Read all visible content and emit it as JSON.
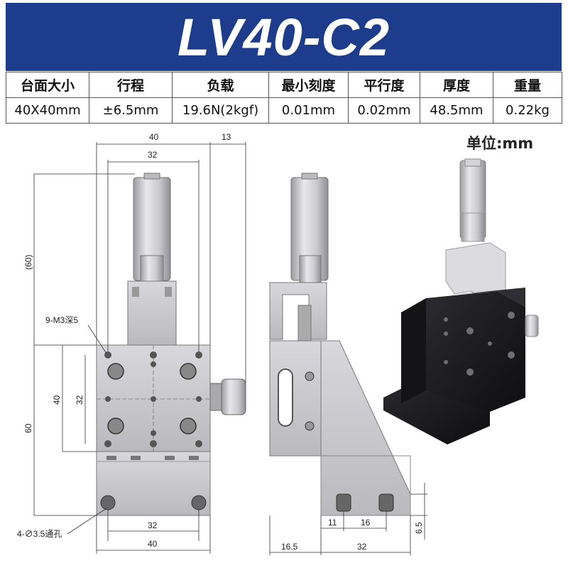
{
  "header": {
    "title": "LV40-C2"
  },
  "specs": {
    "headers": [
      "台面大小",
      "行程",
      "负载",
      "最小刻度",
      "平行度",
      "厚度",
      "重量"
    ],
    "values": [
      "40X40mm",
      "±6.5mm",
      "19.6N(2kgf)",
      "0.01mm",
      "0.02mm",
      "48.5mm",
      "0.22kg"
    ]
  },
  "unit_label": "单位:mm",
  "front_view": {
    "dim_top_40": "40",
    "dim_top_32": "32",
    "dim_top_13": "13",
    "dim_left_60_paren": "(60)",
    "dim_left_60": "60",
    "dim_left_40": "40",
    "dim_left_32": "32",
    "dim_bottom_32": "32",
    "dim_bottom_40": "40",
    "callout_holes": "9-M3深5",
    "callout_through": "4-∅3.5通孔"
  },
  "side_view": {
    "dim_16_5": "16.5",
    "dim_32": "32",
    "dim_11": "11",
    "dim_16": "16",
    "dim_6_5": "6.5"
  },
  "colors": {
    "title_bg": "#1d3c8b",
    "title_text": "#ffffff",
    "metal": "#c4c4c8",
    "dark_body": "#1b1b1e"
  }
}
